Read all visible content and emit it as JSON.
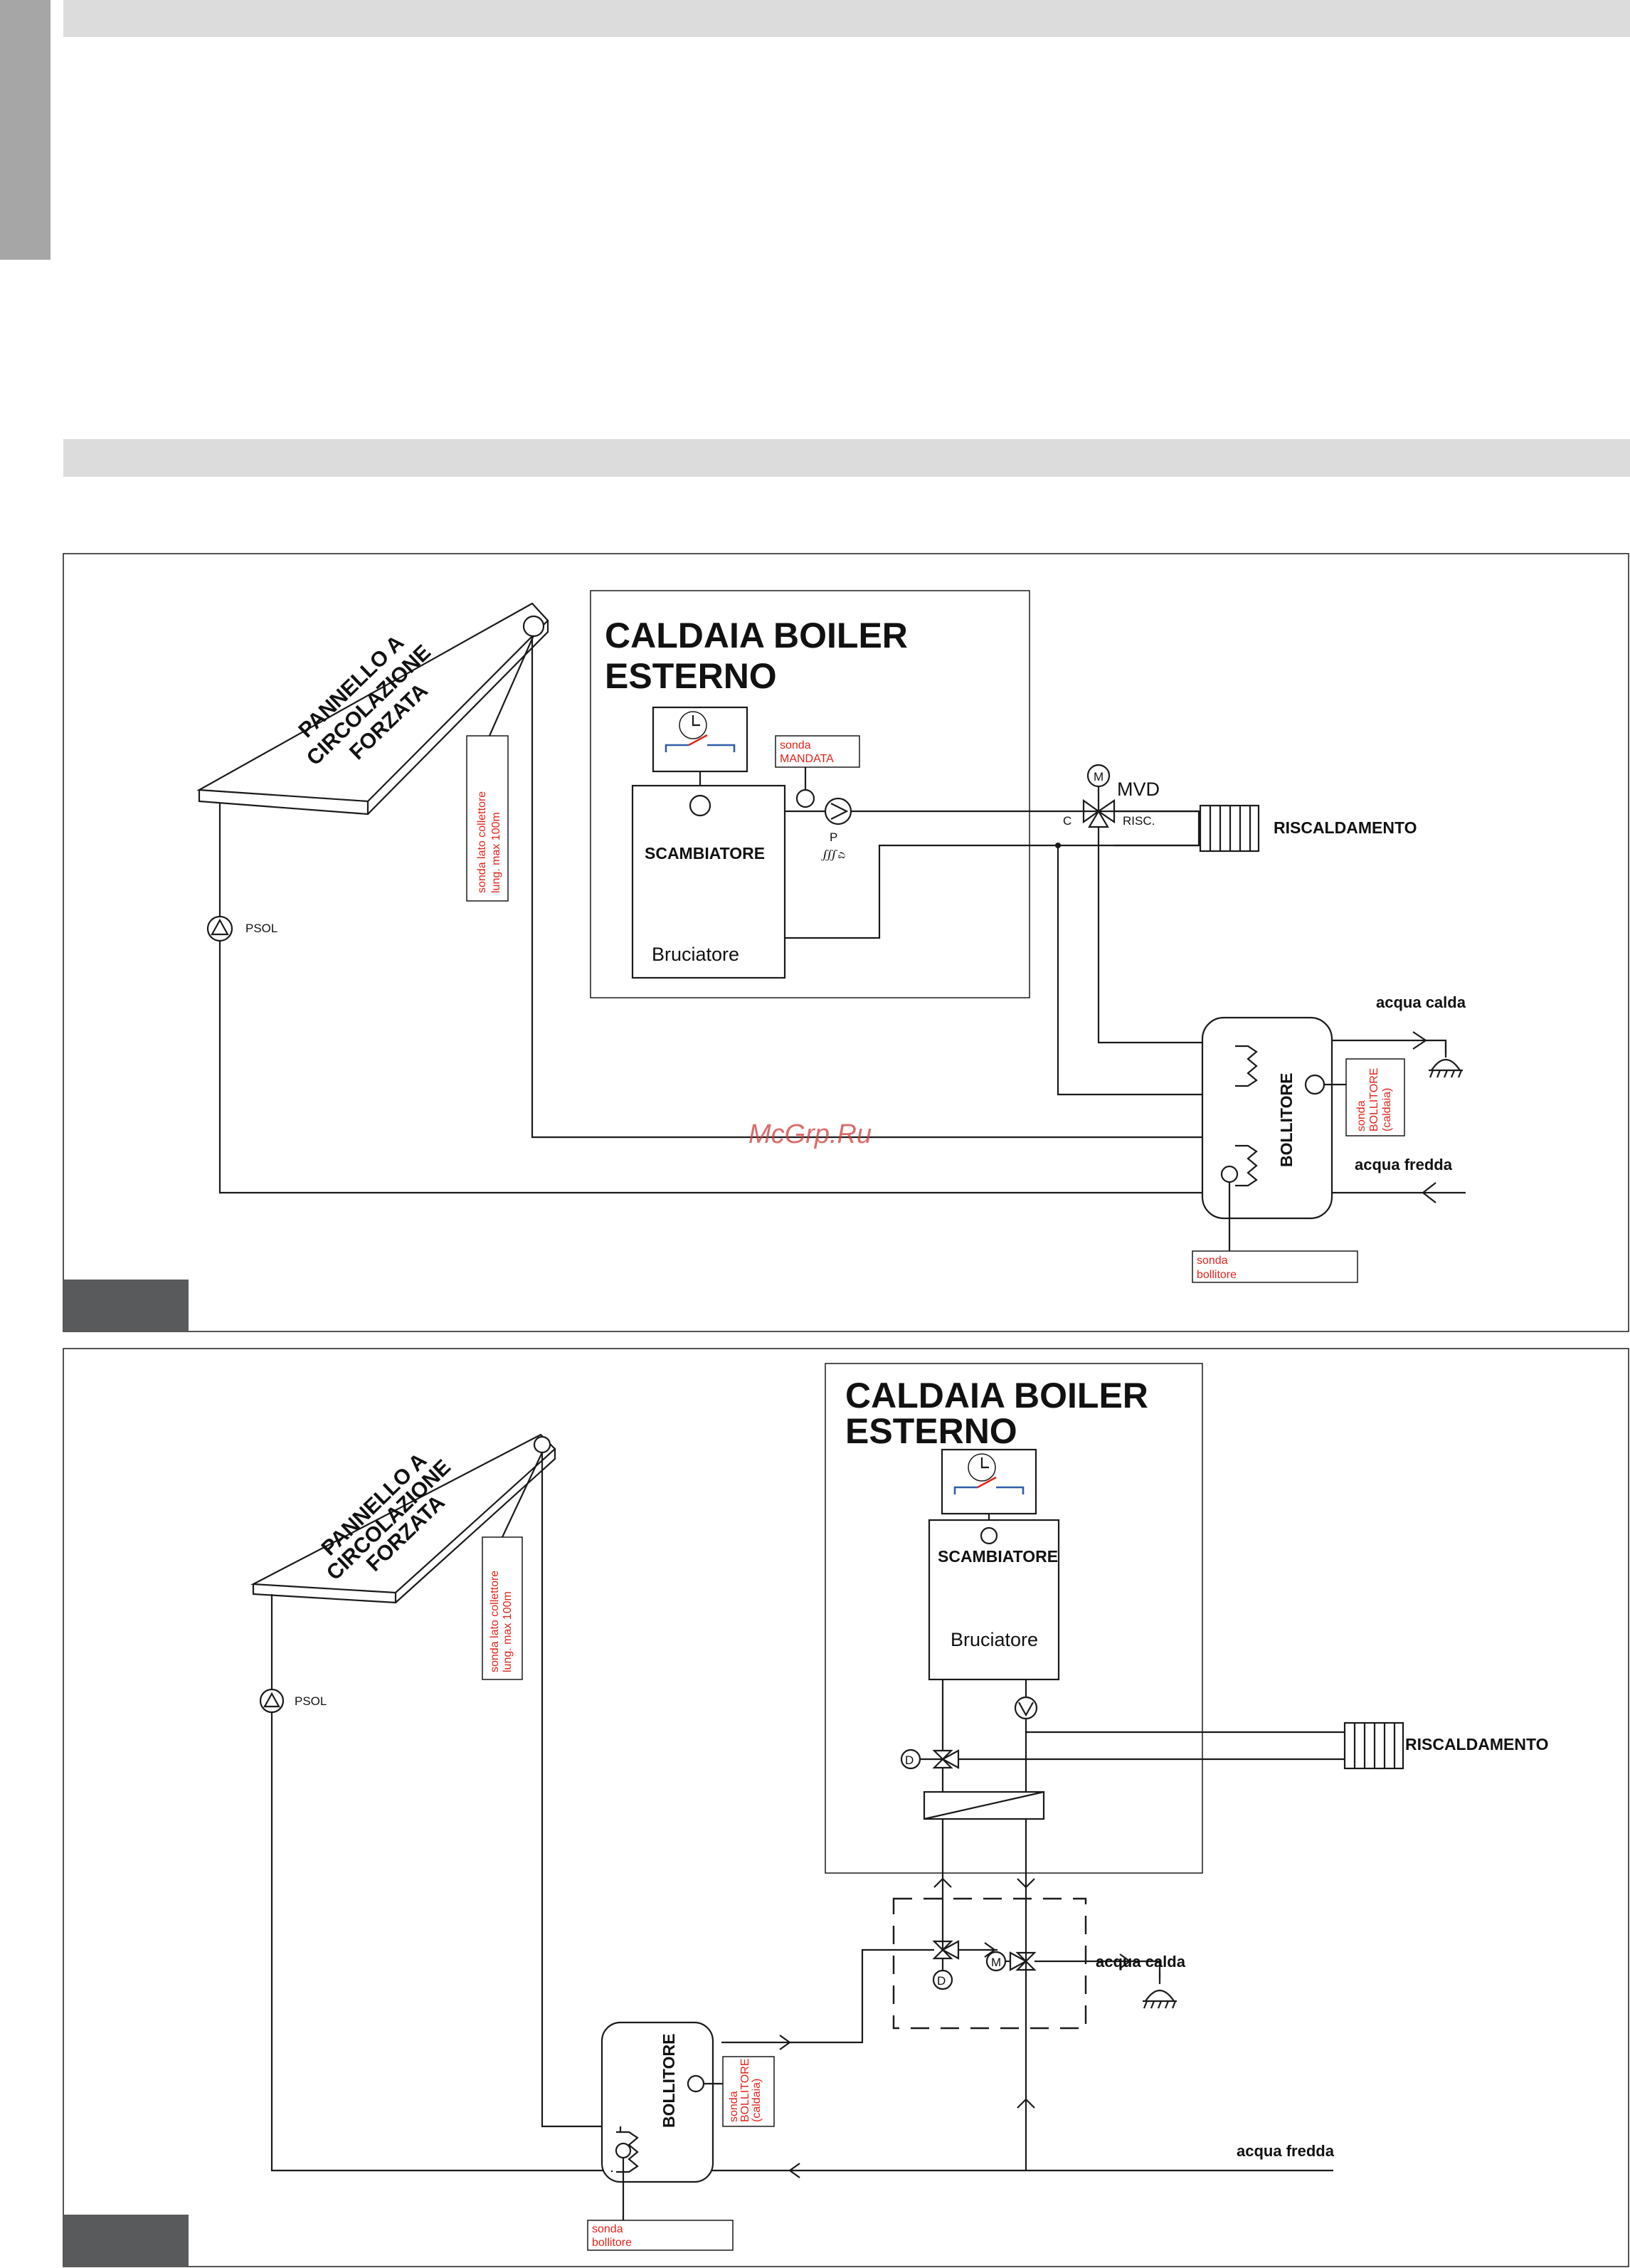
{
  "diagram_top": {
    "title_line1": "CALDAIA  BOILER",
    "title_line2": "ESTERNO",
    "panel_label": [
      "PANNELLO A",
      "CIRCOLAZIONE",
      "FORZATA"
    ],
    "collector_probe": [
      "sonda lato collettore",
      "lung. max 100m"
    ],
    "pump_solar": "PSOL",
    "flow_probe": [
      "sonda",
      "MANDATA"
    ],
    "exchanger": "SCAMBIATORE",
    "burner": "Bruciatore",
    "pump": "P",
    "pump_symbol": "∭ಎ",
    "motor": "M",
    "valve": "MVD",
    "valve_port_c": "C",
    "valve_port_risc": "RISC.",
    "heating": "RISCALDAMENTO",
    "hot_water": "acqua calda",
    "cold_water": "acqua fredda",
    "tank": "BOLLITORE",
    "tank_probe_boiler": [
      "sonda",
      "BOLLITORE",
      "(caldaia)"
    ],
    "tank_probe": [
      "sonda",
      "bollitore"
    ],
    "watermark": "McGrp.Ru"
  },
  "diagram_bottom": {
    "title_line1": "CALDAIA  BOILER",
    "title_line2": "ESTERNO",
    "panel_label": [
      "PANNELLO A",
      "CIRCOLAZIONE",
      "FORZATA"
    ],
    "collector_probe": [
      "sonda lato collettore",
      "lung. max 100m"
    ],
    "pump_solar": "PSOL",
    "exchanger": "SCAMBIATORE",
    "burner": "Bruciatore",
    "diverter": "D",
    "motor": "M",
    "heating": "RISCALDAMENTO",
    "hot_water": "acqua calda",
    "cold_water": "acqua fredda",
    "tank": "BOLLITORE",
    "tank_probe_boiler": [
      "sonda",
      "BOLLITORE",
      "(caldaia)"
    ],
    "tank_probe": [
      "sonda",
      "bollitore"
    ]
  },
  "colors": {
    "header_bar": "#dcdcdd",
    "side_tab": "#a6a6a6",
    "figure_tab": "#595a5c",
    "probe_text": "#e2231a",
    "switch_blue": "#2f5ea8"
  }
}
